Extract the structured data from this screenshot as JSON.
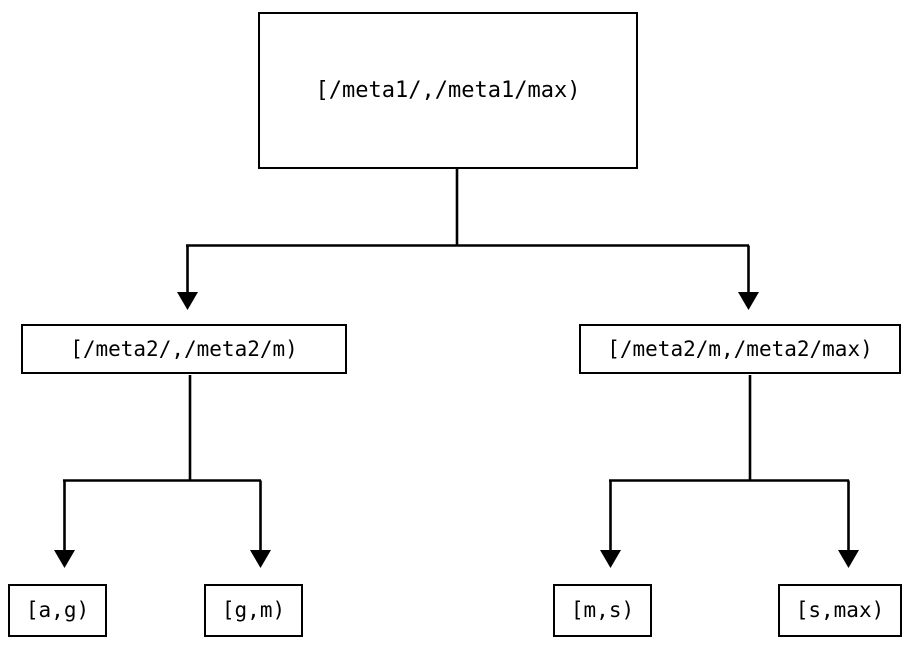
{
  "diagram": {
    "title": "",
    "type": "tree",
    "colors": {
      "background": "#ffffff",
      "stroke": "#000000",
      "text": "#000000",
      "node_fill": "#ffffff"
    },
    "nodes": {
      "root": {
        "label": "[/meta1/,/meta1/max)"
      },
      "mid_left": {
        "label": "[/meta2/,/meta2/m)"
      },
      "mid_right": {
        "label": "[/meta2/m,/meta2/max)"
      },
      "leaves": [
        {
          "label": "[a,g)"
        },
        {
          "label": "[g,m)"
        },
        {
          "label": "[m,s)"
        },
        {
          "label": "[s,max)"
        }
      ]
    },
    "edges": [
      {
        "from": "root",
        "to": "mid_left",
        "arrow": "down-triangle"
      },
      {
        "from": "root",
        "to": "mid_right",
        "arrow": "down-triangle"
      },
      {
        "from": "mid_left",
        "to": "leaf_0",
        "arrow": "down-triangle"
      },
      {
        "from": "mid_left",
        "to": "leaf_1",
        "arrow": "down-triangle"
      },
      {
        "from": "mid_right",
        "to": "leaf_2",
        "arrow": "down-triangle"
      },
      {
        "from": "mid_right",
        "to": "leaf_3",
        "arrow": "down-triangle"
      }
    ]
  }
}
